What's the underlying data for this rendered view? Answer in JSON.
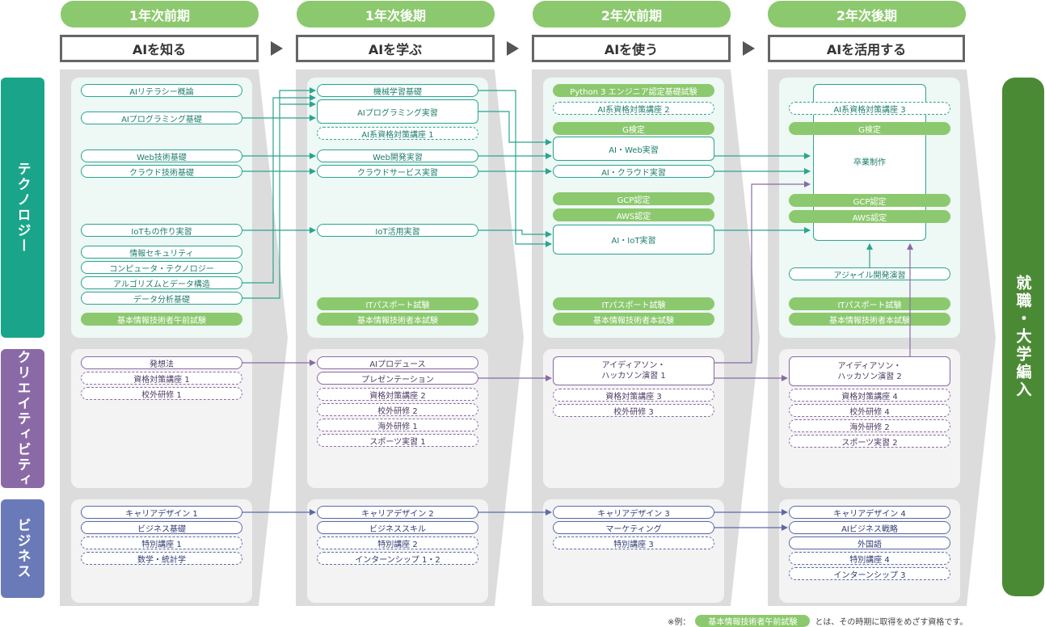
{
  "terms": [
    "1年次前期",
    "1年次後期",
    "2年次前期",
    "2年次後期"
  ],
  "themes": [
    "AIを知る",
    "AIを学ぶ",
    "AIを使う",
    "AIを活用する"
  ],
  "categories": [
    "テクノロジー",
    "クリエイティビティ",
    "ビジネス"
  ],
  "career": "就職・大学編入",
  "columns": [
    {
      "tech": [
        {
          "label": "AIリテラシー概論",
          "style": "solid"
        },
        {
          "label": "AIプログラミング基礎",
          "style": "solid"
        },
        {
          "label": "Web技術基礎",
          "style": "solid"
        },
        {
          "label": "クラウド技術基礎",
          "style": "solid"
        },
        {
          "label": "IoTもの作り実習",
          "style": "solid"
        },
        {
          "label": "情報セキュリティ",
          "style": "solid"
        },
        {
          "label": "コンピュータ・テクノロジー",
          "style": "solid"
        },
        {
          "label": "アルゴリズムとデータ構造",
          "style": "solid"
        },
        {
          "label": "データ分析基礎",
          "style": "solid"
        },
        {
          "label": "基本情報技術者午前試験",
          "style": "cert"
        }
      ],
      "creative": [
        {
          "label": "発想法",
          "style": "solid"
        },
        {
          "label": "資格対策講座 1",
          "style": "dash"
        },
        {
          "label": "校外研修 1",
          "style": "dash"
        }
      ],
      "business": [
        {
          "label": "キャリアデザイン 1",
          "style": "solid"
        },
        {
          "label": "ビジネス基礎",
          "style": "solid"
        },
        {
          "label": "特別講座 1",
          "style": "dash"
        },
        {
          "label": "数学・統計学",
          "style": "dash"
        }
      ]
    },
    {
      "tech": [
        {
          "label": "機械学習基礎",
          "style": "solid"
        },
        {
          "label": "AIプログラミング実習",
          "style": "solid"
        },
        {
          "label": "AI系資格対策講座 1",
          "style": "dash"
        },
        {
          "label": "Web開発実習",
          "style": "solid"
        },
        {
          "label": "クラウドサービス実習",
          "style": "solid"
        },
        {
          "label": "IoT活用実習",
          "style": "solid"
        },
        {
          "label": "ITパスポート試験",
          "style": "cert"
        },
        {
          "label": "基本情報技術者本試験",
          "style": "cert"
        }
      ],
      "creative": [
        {
          "label": "AIプロデュース",
          "style": "solid"
        },
        {
          "label": "プレゼンテーション",
          "style": "solid"
        },
        {
          "label": "資格対策講座 2",
          "style": "dash"
        },
        {
          "label": "校外研修 2",
          "style": "dash"
        },
        {
          "label": "海外研修 1",
          "style": "dash"
        },
        {
          "label": "スポーツ実習 1",
          "style": "dash"
        }
      ],
      "business": [
        {
          "label": "キャリアデザイン 2",
          "style": "solid"
        },
        {
          "label": "ビジネススキル",
          "style": "solid"
        },
        {
          "label": "特別講座 2",
          "style": "dash"
        },
        {
          "label": "インターンシップ 1・2",
          "style": "dash"
        }
      ]
    },
    {
      "tech": [
        {
          "label": "Python 3 エンジニア認定基礎試験",
          "style": "cert"
        },
        {
          "label": "AI系資格対策講座 2",
          "style": "dash"
        },
        {
          "label": "G検定",
          "style": "cert"
        },
        {
          "label": "AI・Web実習",
          "style": "solid"
        },
        {
          "label": "AI・クラウド実習",
          "style": "solid"
        },
        {
          "label": "GCP認定",
          "style": "cert"
        },
        {
          "label": "AWS認定",
          "style": "cert"
        },
        {
          "label": "AI・IoT実習",
          "style": "solid"
        },
        {
          "label": "ITパスポート試験",
          "style": "cert"
        },
        {
          "label": "基本情報技術者本試験",
          "style": "cert"
        }
      ],
      "creative": [
        {
          "label": "アイディアソン・",
          "label2": "ハッカソン演習 1",
          "style": "solid"
        },
        {
          "label": "資格対策講座 3",
          "style": "dash"
        },
        {
          "label": "校外研修 3",
          "style": "dash"
        }
      ],
      "business": [
        {
          "label": "キャリアデザイン 3",
          "style": "solid"
        },
        {
          "label": "マーケティング",
          "style": "solid"
        },
        {
          "label": "特別講座 3",
          "style": "dash"
        }
      ]
    },
    {
      "tech": [
        {
          "label": "AI系資格対策講座 3",
          "style": "dash"
        },
        {
          "label": "G検定",
          "style": "cert"
        },
        {
          "label": "卒業制作",
          "style": "solid"
        },
        {
          "label": "GCP認定",
          "style": "cert"
        },
        {
          "label": "AWS認定",
          "style": "cert"
        },
        {
          "label": "アジャイル開発演習",
          "style": "solid"
        },
        {
          "label": "ITパスポート試験",
          "style": "cert"
        },
        {
          "label": "基本情報技術者本試験",
          "style": "cert"
        }
      ],
      "creative": [
        {
          "label": "アイディアソン・",
          "label2": "ハッカソン演習 2",
          "style": "solid"
        },
        {
          "label": "資格対策講座 4",
          "style": "dash"
        },
        {
          "label": "校外研修 4",
          "style": "dash"
        },
        {
          "label": "海外研修 2",
          "style": "dash"
        },
        {
          "label": "スポーツ実習 2",
          "style": "dash"
        }
      ],
      "business": [
        {
          "label": "キャリアデザイン 4",
          "style": "solid"
        },
        {
          "label": "AIビジネス戦略",
          "style": "solid"
        },
        {
          "label": "外国語",
          "style": "solid"
        },
        {
          "label": "特別講座 4",
          "style": "dash"
        },
        {
          "label": "インターンシップ 3",
          "style": "dash"
        }
      ]
    }
  ],
  "footer": {
    "prefix": "※例：",
    "sample": "基本情報技術者午前試験",
    "suffix": "とは、その時期に取得をめざす資格です。"
  },
  "colors": {
    "term": "#8cc96e",
    "technology": "#1aa58a",
    "creativity": "#8a6aa6",
    "business": "#6a7ab8",
    "career": "#4b8a34"
  }
}
